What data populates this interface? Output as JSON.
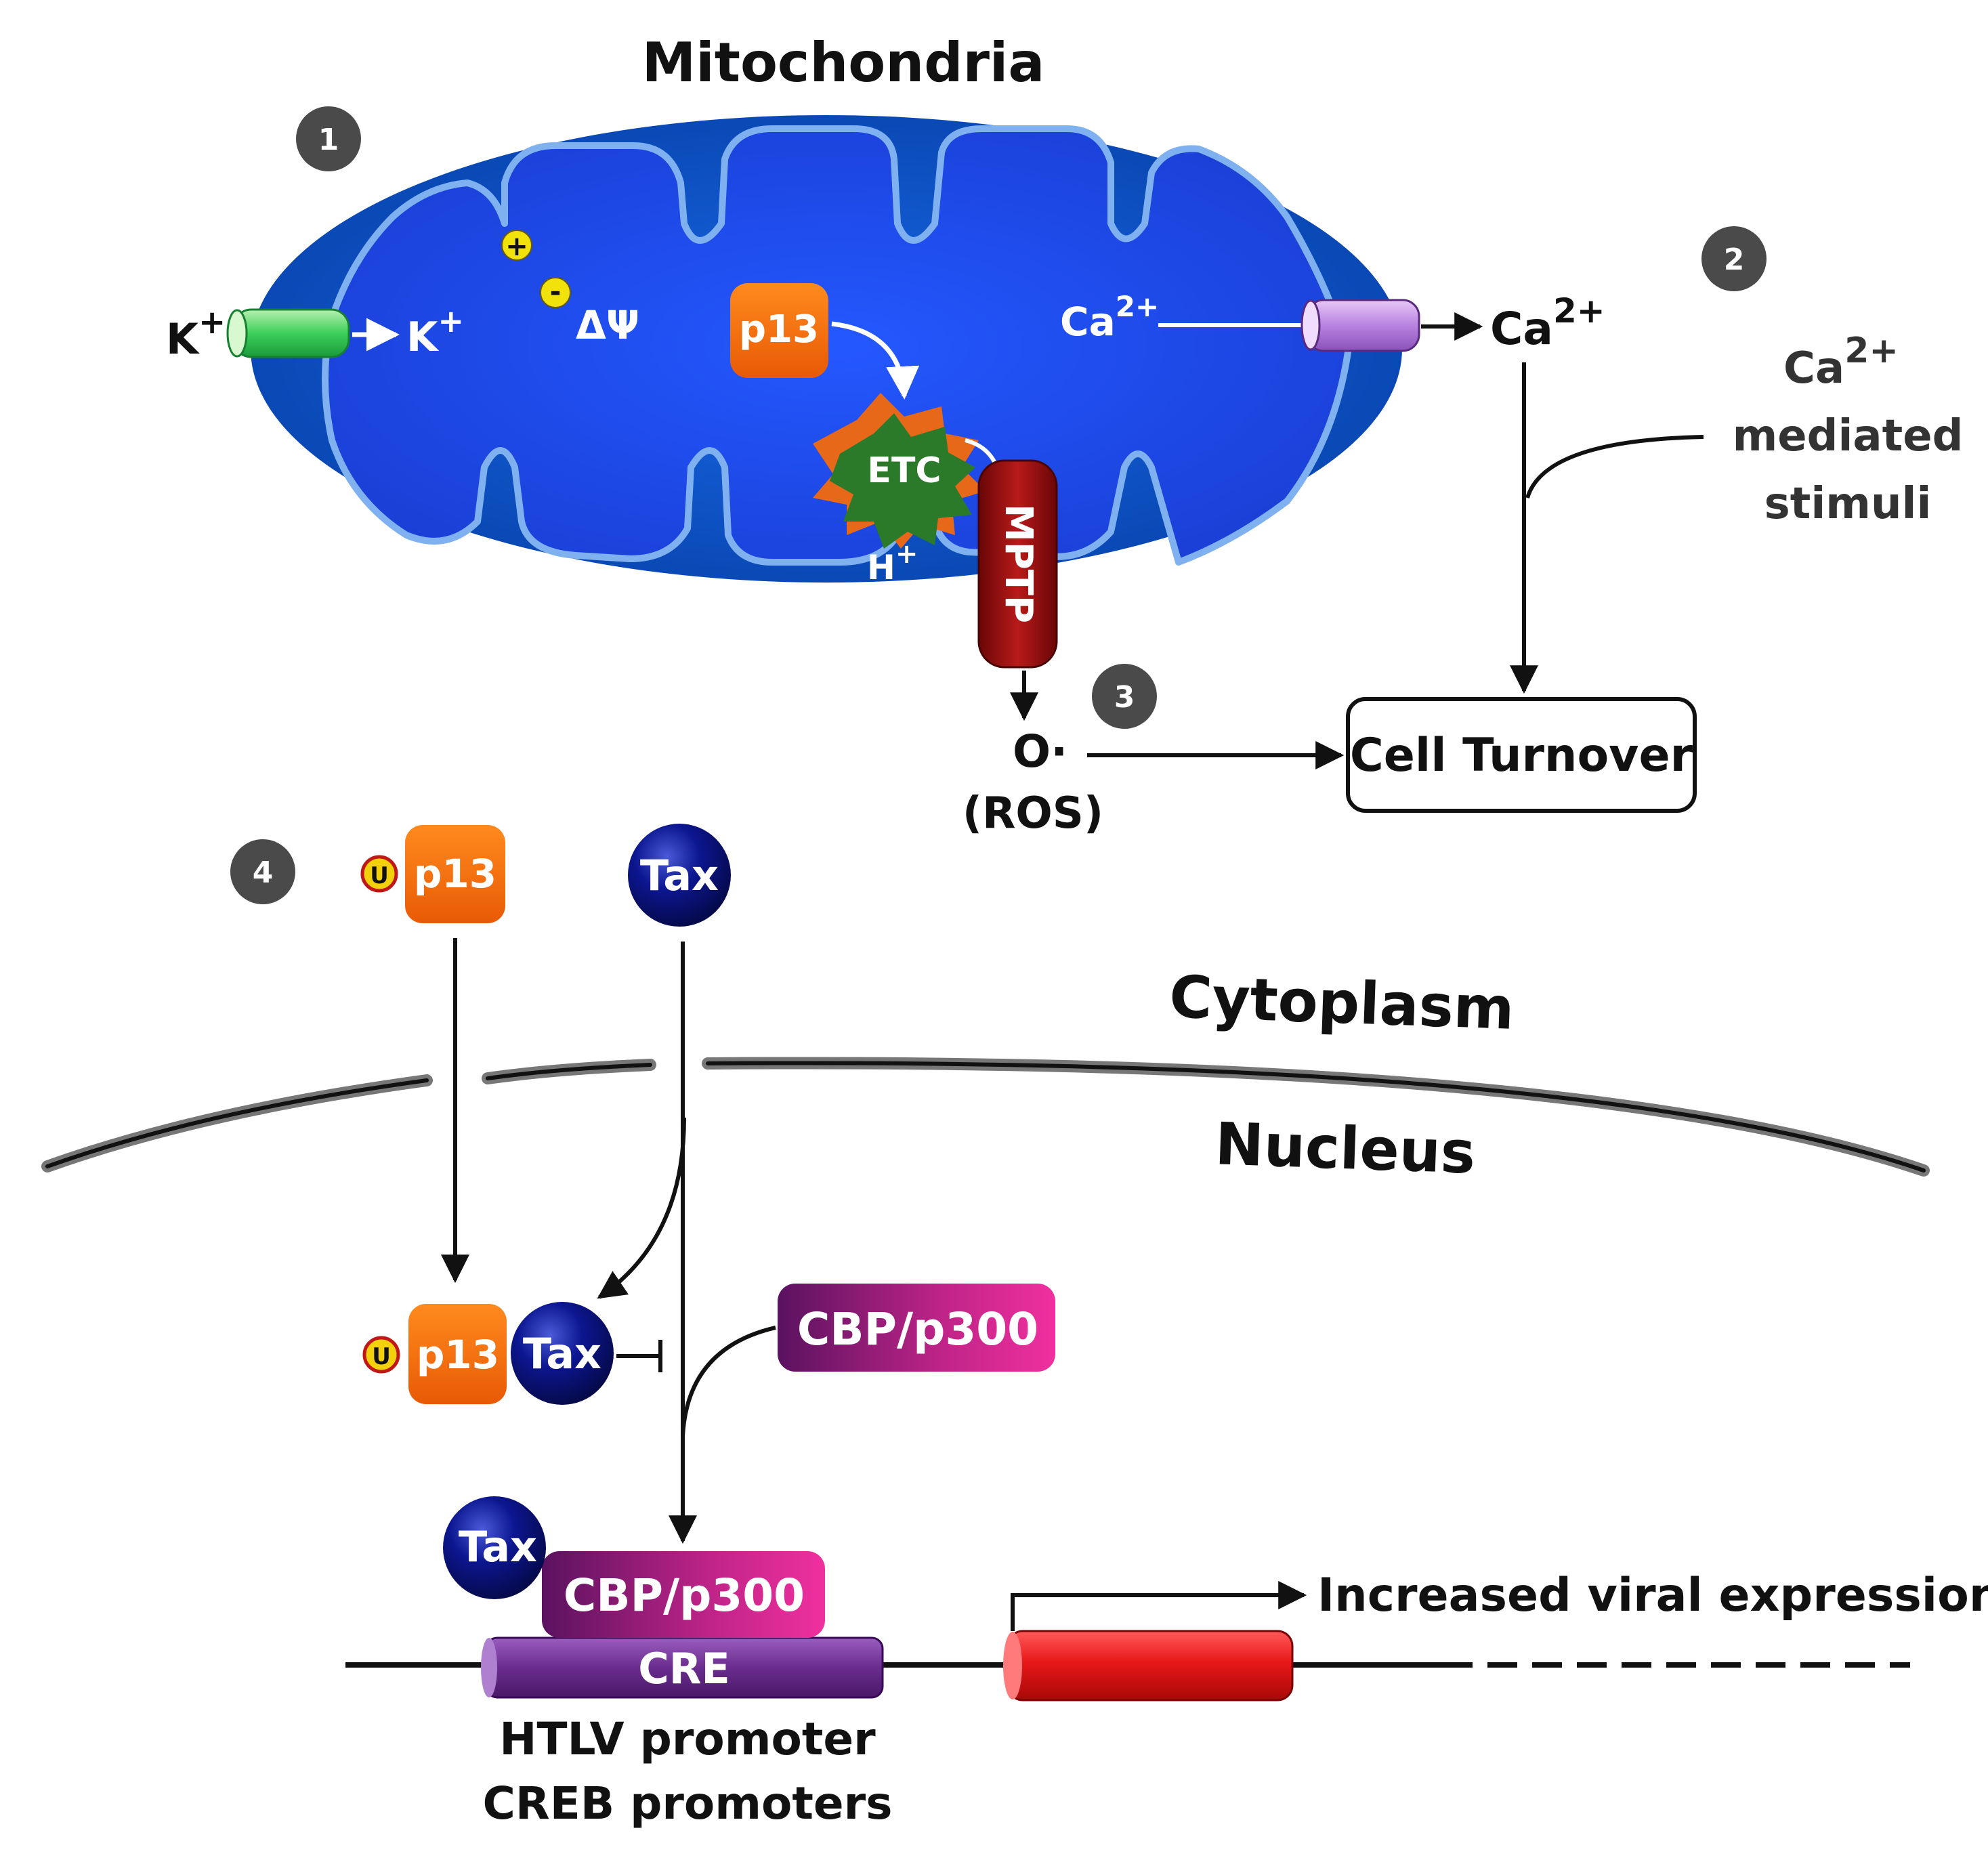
{
  "labels": {
    "mitochondria": "Mitochondria",
    "k_out_base": "K",
    "k_out_sup": "+",
    "k_out_minus": "–",
    "k_in_base": "K",
    "k_in_sup": "+",
    "plus_sign": "+",
    "minus_sign": "-",
    "delta_psi": "ΔΨ",
    "p13": "p13",
    "etc": "ETC",
    "h_base": "H",
    "h_sup": "+",
    "mptp": "MPTP",
    "ca_in_base": "Ca",
    "ca_in_sup": "2+",
    "ca_out_base": "Ca",
    "ca_out_sup": "2+",
    "stimuli_line1_base": "Ca",
    "stimuli_line1_sup": "2+",
    "stimuli_line2": "mediated",
    "stimuli_line3": "stimuli",
    "ros_symbol": "O·",
    "ros_label": "(ROS)",
    "cell_turnover": "Cell Turnover",
    "u_mark": "U",
    "p13_cyto": "p13",
    "tax_cyto": "Tax",
    "cytoplasm": "Cytoplasm",
    "nucleus": "Nucleus",
    "p13_complex": "p13",
    "tax_complex": "Tax",
    "cbp_free": "CBP/p300",
    "tax_bound": "Tax",
    "cbp_bound": "CBP/p300",
    "cre": "CRE",
    "promoter_line1": "HTLV promoter",
    "promoter_line2": "CREB promoters",
    "increased_expression": "Increased viral expression"
  },
  "steps": [
    "1",
    "2",
    "3",
    "4"
  ],
  "colors": {
    "mito_outer": "#0a55c8",
    "mito_inner": "#1a4fe0",
    "p13_orange": "#f26b0c",
    "tax_navy": "#0b1177",
    "cbp_purple": "#7a1a78",
    "cbp_pink": "#e52a9a",
    "cre_purple": "#6a2d8e",
    "gene_red": "#e01818",
    "mptp_red": "#a01010",
    "step_circle": "#4a4a4a",
    "sign_yellow": "#f2e20c"
  }
}
